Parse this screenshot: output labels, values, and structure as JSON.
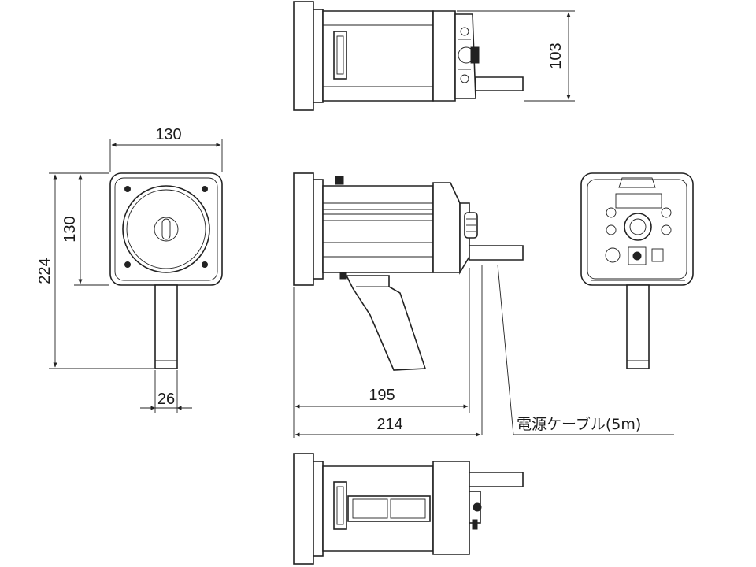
{
  "dimensions": {
    "front_width": "130",
    "front_height": "130",
    "total_height": "224",
    "handle_width": "26",
    "side_length_body": "195",
    "side_length_total": "214",
    "top_depth": "103"
  },
  "callouts": {
    "power_cable": "電源ケーブル(5m)"
  }
}
